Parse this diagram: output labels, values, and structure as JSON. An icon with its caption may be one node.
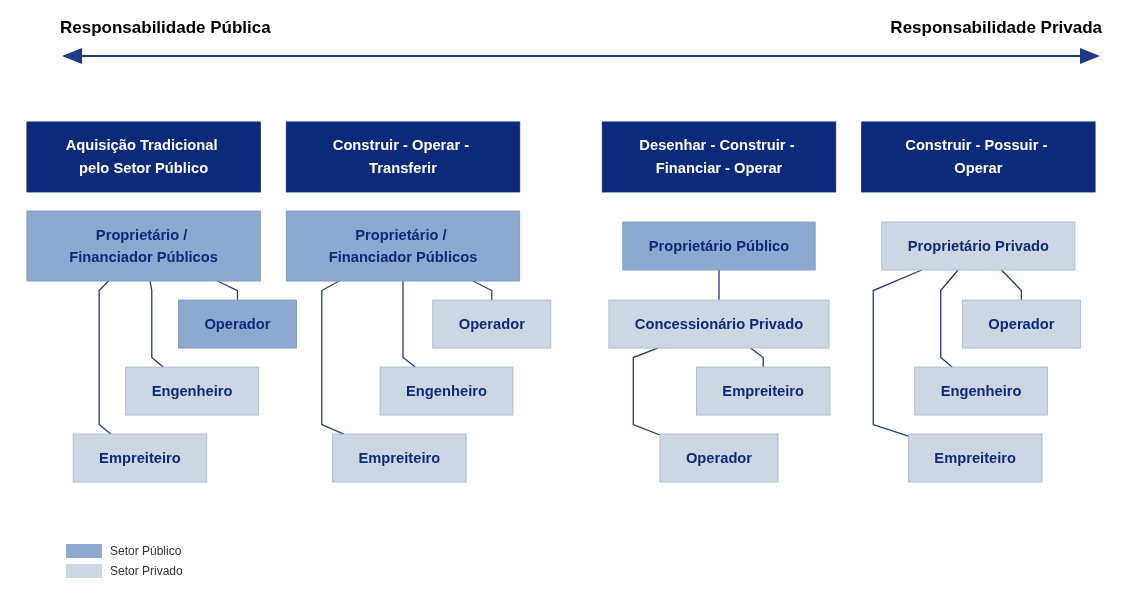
{
  "diagram": {
    "nodes": [
      {
        "text": [
          "Aquisição Tradicional pelo Setor Público"
        ]
      },
      {
        "text": [
          "Construir - Operar - Transferir"
        ]
      },
      {
        "text": [
          "Desenhar - Construir - Financiar - Operar"
        ]
      },
      {
        "text": [
          "Construir - Possuir - Operar"
        ]
      },
      {
        "text": [
          "Proprietário / Financiador Públicos"
        ]
      },
      {
        "text": [
          "Operador"
        ]
      },
      {
        "text": [
          "Engenheiro"
        ]
      },
      {
        "text": [
          "Empreiteiro"
        ]
      },
      {
        "text": [
          "Proprietário / Financiador Públicos"
        ]
      },
      {
        "text": [
          "Operador"
        ]
      },
      {
        "text": [
          "Engenheiro"
        ]
      },
      {
        "text": [
          "Empreiteiro"
        ]
      },
      {
        "text": [
          "Proprietário Público"
        ]
      },
      {
        "text": [
          "Concessionário Privado"
        ]
      },
      {
        "text": [
          "Empreiteiro"
        ]
      },
      {
        "text": [
          "Operador"
        ]
      },
      {
        "text": [
          "Proprietário Privado"
        ]
      },
      {
        "text": [
          "Operador"
        ]
      },
      {
        "text": [
          "Engenheiro"
        ]
      },
      {
        "text": [
          "Empreiteiro"
        ]
      }
    ],
    "edges": [
      {
        "from": 4,
        "to": 5,
        "arrow": "none"
      },
      {
        "from": 4,
        "to": 6,
        "arrow": "none"
      },
      {
        "from": 4,
        "to": 7,
        "arrow": "none"
      },
      {
        "from": 8,
        "to": 9,
        "arrow": "none"
      },
      {
        "from": 8,
        "to": 10,
        "arrow": "none"
      },
      {
        "from": 8,
        "to": 11,
        "arrow": "none"
      },
      {
        "from": 12,
        "to": 13,
        "arrow": "none"
      },
      {
        "from": 13,
        "to": 14,
        "arrow": "none"
      },
      {
        "from": 13,
        "to": 15,
        "arrow": "none"
      },
      {
        "from": 16,
        "to": 17,
        "arrow": "none"
      },
      {
        "from": 16,
        "to": 18,
        "arrow": "none"
      },
      {
        "from": 16,
        "to": 19,
        "arrow": "none"
      }
    ],
    "labels": [
      "Responsabilidade Pública",
      "Responsabilidade Privada"
    ],
    "legend": [
      {
        "text": "Setor Público",
        "color": "#8da9cf"
      },
      {
        "text": "Setor Privado",
        "color": "#cdd6e3"
      }
    ]
  }
}
